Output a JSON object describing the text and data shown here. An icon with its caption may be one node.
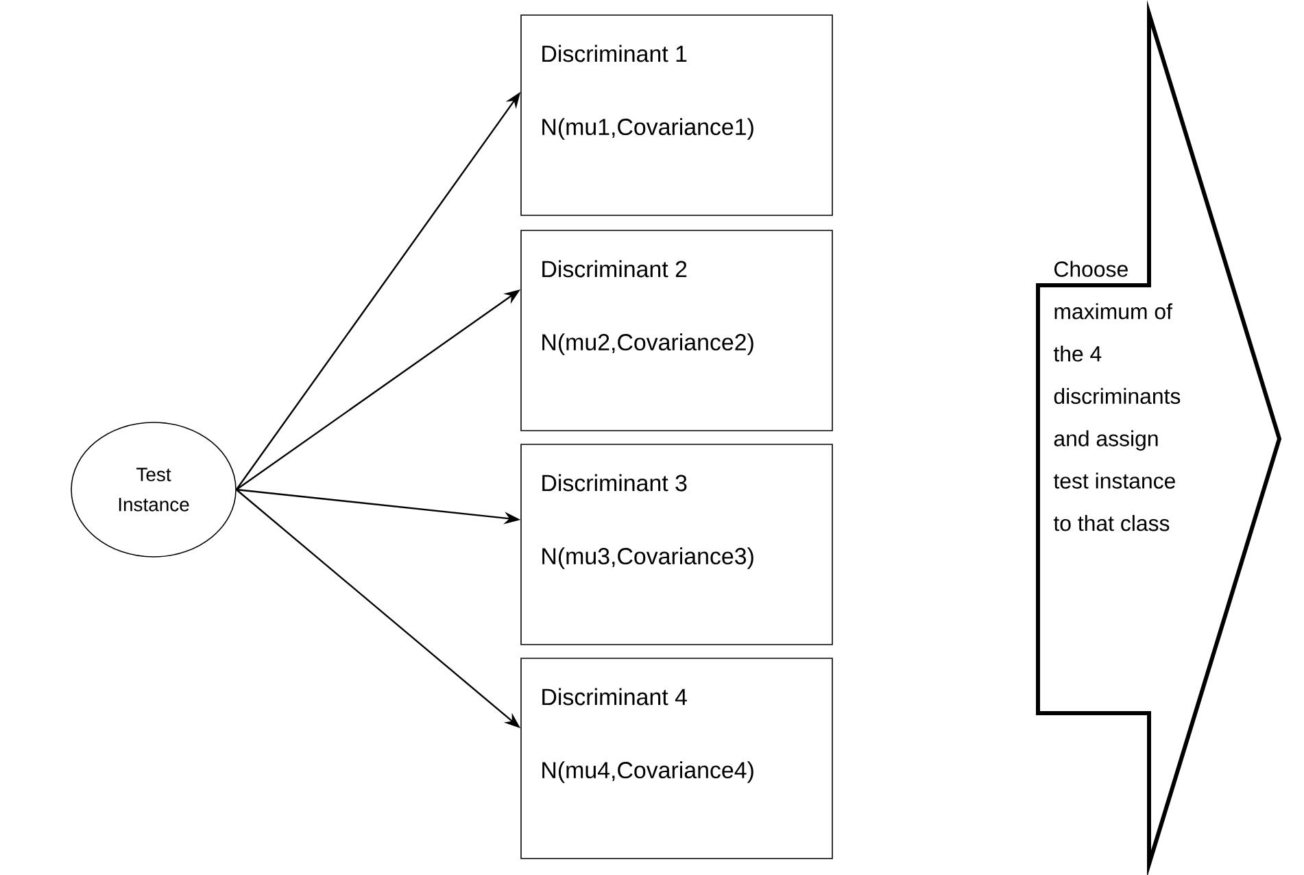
{
  "diagram": {
    "nodes": [
      {
        "text": [
          "Test Instance"
        ]
      },
      {
        "text": [
          "Discriminant 1",
          "N(mu1,Covariance1)"
        ]
      },
      {
        "text": [
          "Discriminant 2",
          "N(mu2,Covariance2)"
        ]
      },
      {
        "text": [
          "Discriminant 3",
          "N(mu3,Covariance3)"
        ]
      },
      {
        "text": [
          "Discriminant 4",
          "N(mu4,Covariance4)"
        ]
      },
      {
        "text": [
          "Choose maximum of the 4 discriminants and assign test instance to that class"
        ]
      }
    ],
    "edges": [
      {
        "from": 0,
        "to": 1,
        "arrow": "to"
      },
      {
        "from": 0,
        "to": 2,
        "arrow": "to"
      },
      {
        "from": 0,
        "to": 3,
        "arrow": "to"
      },
      {
        "from": 0,
        "to": 4,
        "arrow": "to"
      }
    ]
  }
}
